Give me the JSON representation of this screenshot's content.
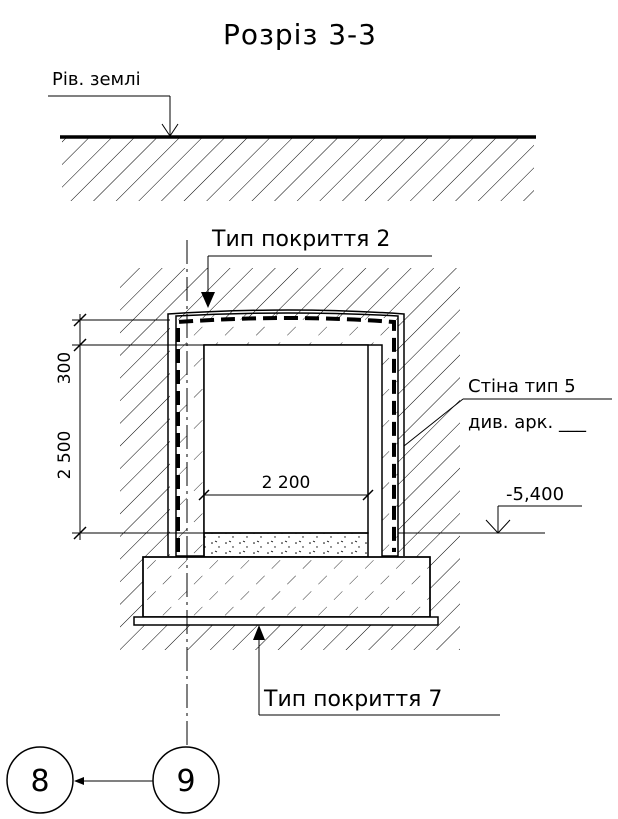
{
  "title": "Розріз 3-3",
  "ground_label": "Рів. землі",
  "top_coating": "Тип покриття 2",
  "bottom_coating": "Тип покриття 7",
  "wall_label_line1": "Стіна тип 5",
  "wall_label_line2": "див. арк. ___",
  "elevation": "-5,400",
  "dims": {
    "slab": "300",
    "height": "2 500",
    "width": "2 200"
  },
  "grid_axes": {
    "left": "8",
    "right": "9"
  }
}
